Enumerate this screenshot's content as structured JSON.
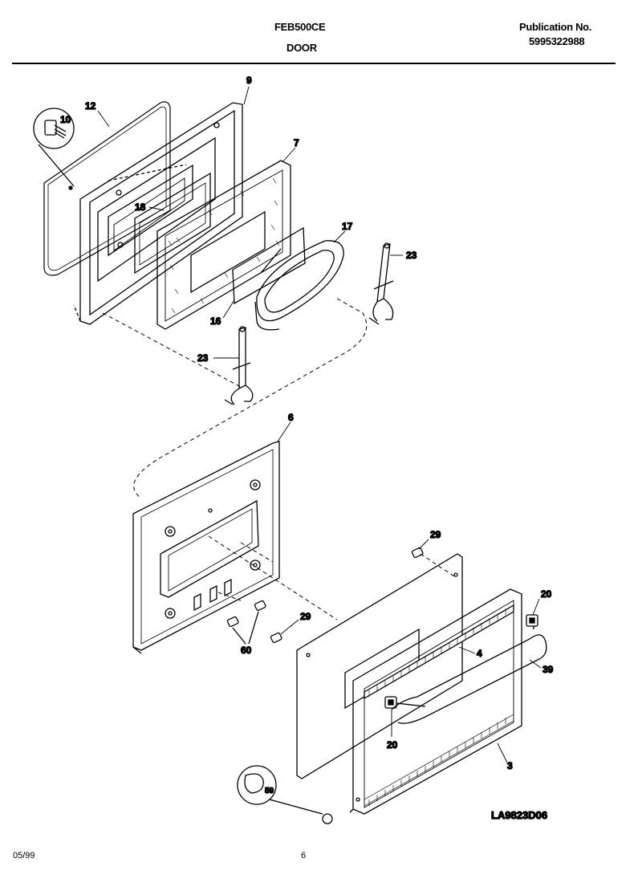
{
  "header": {
    "model": "FEB500CE",
    "section": "DOOR",
    "publication_label": "Publication No.",
    "publication_number": "5995322988"
  },
  "callouts": {
    "c12": "12",
    "c10": "10",
    "c9": "9",
    "c7": "7",
    "c18": "18",
    "c17": "17",
    "c23a": "23",
    "c16": "16",
    "c23b": "23",
    "c6": "6",
    "c29a": "29",
    "c20a": "20",
    "c29b": "29",
    "c4": "4",
    "c39": "39",
    "c60": "60",
    "c20b": "20",
    "c3": "3",
    "c59": "59"
  },
  "diagram_code": "LA9823D06",
  "footer": {
    "date": "05/99",
    "page": "6"
  }
}
